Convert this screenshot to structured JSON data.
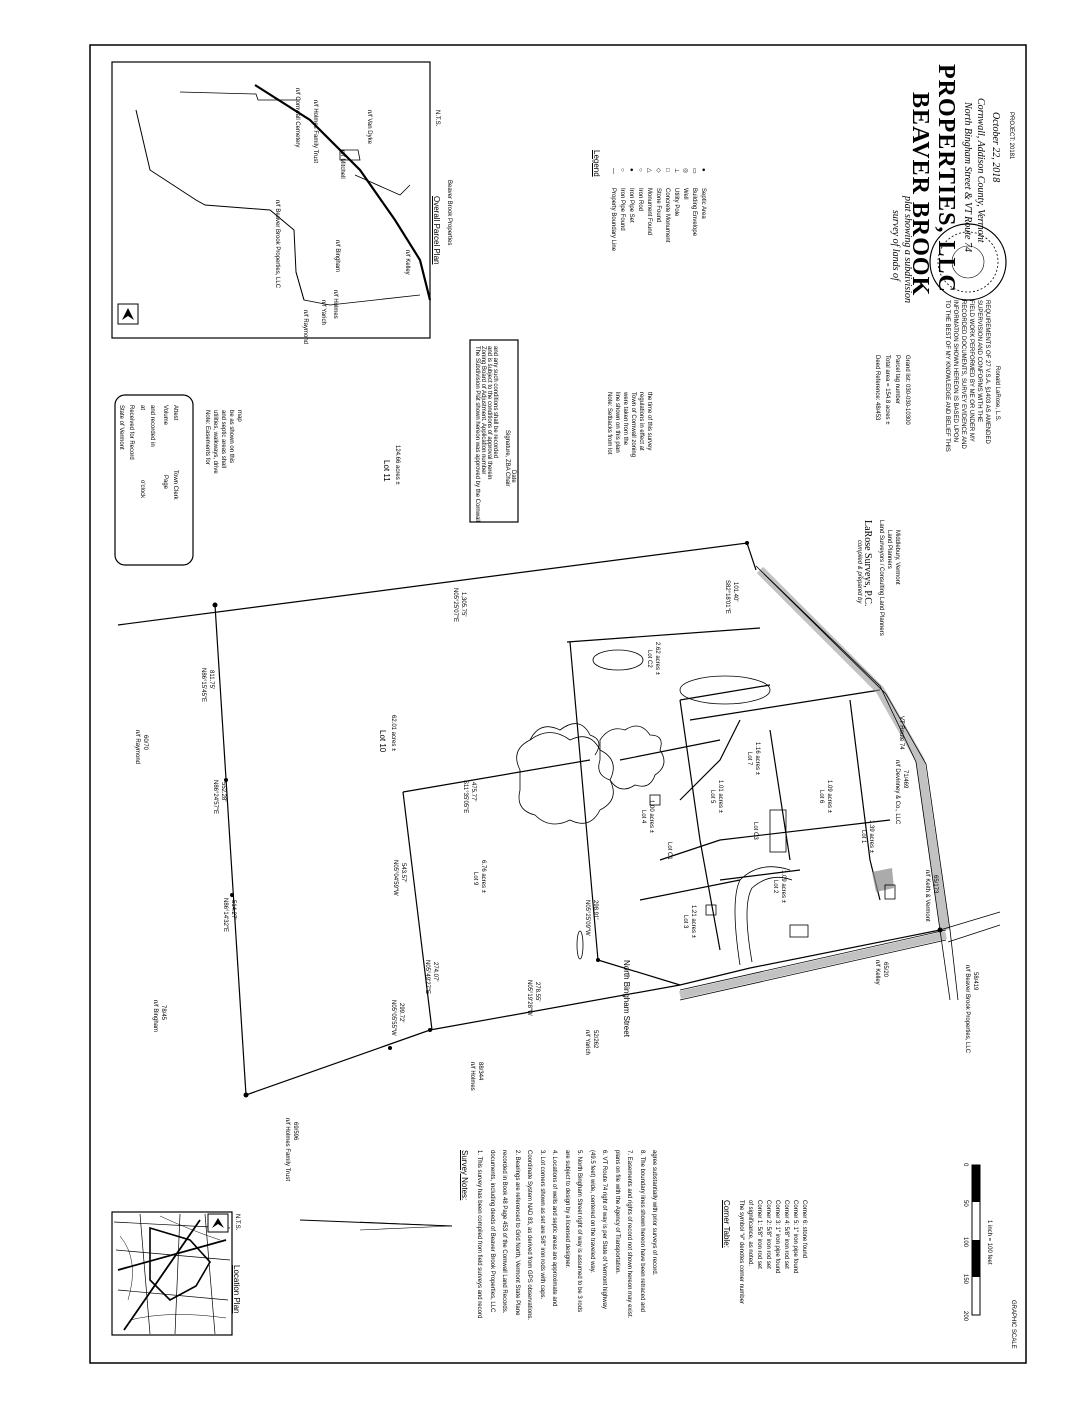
{
  "title_block": {
    "line1": "plat showing a subdivision",
    "line2": "survey of lands of",
    "name1": "BEAVER BROOK",
    "name2": "PROPERTIES, LLC",
    "address": "North Bingham Street & VT Route 74",
    "town": "Cornwall, Addison County, Vermont",
    "date": "October 22, 2018",
    "project": "PROJECT: 20181"
  },
  "surveyor": {
    "prepared_by": "compiled & prepared by",
    "firm": "LaRose Surveys, P.C.",
    "tagline": "Land Surveyors / Consulting Land Planners",
    "addr1": "Land Planners",
    "addr2": "Middlebury, Vermont",
    "signature_name": "Ronald LaRose, L.S."
  },
  "certification": {
    "lines": [
      "TO THE BEST OF MY KNOWLEDGE AND BELIEF THIS",
      "INFORMATION SHOWN HEREON IS BASED UPON",
      "RECORDED DOCUMENTS, SURVEY EVIDENCE AND",
      "FIELD WORK PERFORMED BY ME OR UNDER MY",
      "SUPERVISION AND CONFORMS WITH THE",
      "REQUIREMENTS OF 27 V.S.A. §1403 AS AMENDED"
    ]
  },
  "deed_ref": {
    "lines": [
      "Deed Reference: 48/453",
      "Total area = 154.8 acres ±",
      "Parcel tag number",
      "Grand list: 030-030-10300"
    ]
  },
  "legend": {
    "title": "Legend",
    "items": [
      "Property Boundary Line",
      "Iron Pipe Found",
      "Iron Pipe Set",
      "Iron Rod",
      "Monument Found",
      "Stone Found",
      "Concrete Monument",
      "Utility Pole",
      "Well",
      "Building Envelope",
      "Septic Area"
    ]
  },
  "overall_parcel_plan": {
    "label": "Overall Parcel Plan",
    "scale": "N.T.S.",
    "sublabel": "Beaver Brook Properties",
    "parcels": [
      "n/f Raymond",
      "n/f Yarich",
      "n/f Holmes",
      "n/f Holmes Family Trust",
      "n/f Beaver Brook Properties, LLC",
      "n/f Kelley",
      "n/f Cornwall Cemetery",
      "n/f Mitchell",
      "n/f Bingham",
      "n/f Van Dyke"
    ]
  },
  "location_plan": {
    "label": "Location Plan",
    "scale": "N.T.S."
  },
  "state_box": {
    "lines": [
      "State of Vermont",
      "Received for Record",
      "at",
      "o'clock",
      "and recorded in",
      "Volume",
      "Page",
      "Attest",
      "Town Clerk"
    ]
  },
  "notes_easement": {
    "lines": [
      "Note: Easements for",
      "utilities, walkways, drive",
      "and septic areas shall",
      "be as shown on this",
      "map"
    ]
  },
  "approval_box": {
    "lines": [
      "The Subdivision Plat shown hereon was approved by the Cornwall",
      "Zoning Board of Adjustment. Application number",
      "and is subject to the conditions of approval therein",
      "and any such conditions shall be recorded",
      "",
      "Signature, ZBA Chair",
      "Date"
    ]
  },
  "note_center": {
    "lines": [
      "Note: Setbacks from lot",
      "line shown on this plan",
      "were taken from the",
      "Town of Cornwall zoning",
      "regulations in effect at",
      "the time of this survey"
    ]
  },
  "survey_notes": {
    "title": "Survey Notes:",
    "lines": [
      "1. This survey has been compiled from field surveys and record",
      "documents, including deeds of Beaver Brook Properties, LLC",
      "recorded in Book 48 Page 453 of the Cornwall Land Records.",
      "2. Bearings are referenced to Grid North, Vermont State Plane",
      "Coordinate System NAD 83, as derived from GPS observations.",
      "3. Lot corners shown as set are 5/8\" iron rods with caps.",
      "4. Locations of wells and septic areas are approximate and",
      "are subject to design by a licensed designer.",
      "5. North Bingham Street right of way is assumed to be 3 rods",
      "(49.5 feet) wide, centered on the traveled way.",
      "6. VT Route 74 right of way is per State of Vermont highway",
      "plans on file with the Agency of Transportation.",
      "7. Easements and rights of record not shown hereon may exist.",
      "8. The boundary lines shown hereon have been retraced and",
      "agree substantially with prior surveys of record."
    ]
  },
  "corner_table": {
    "title": "Corner Table:",
    "lines": [
      "The symbol \"#\" denotes corner number",
      "of significance, as noted.",
      "Corner 1: 5/8\" iron rod set",
      "Corner 2: 5/8\" iron rod set",
      "Corner 3: 1\" iron pipe found",
      "Corner 4: 5/8\" iron rod set",
      "Corner 5: 1\" iron pipe found",
      "Corner 6: stone found"
    ]
  },
  "scale_bar": {
    "label": "1 inch = 100 feet",
    "ticks": [
      "0",
      "50",
      "100",
      "150",
      "200"
    ]
  },
  "graphic_scale": "GRAPHIC SCALE",
  "map_labels": {
    "north_bingham": "North Bingham Street",
    "vt74": "VT Route 74",
    "lot10": "Lot 10",
    "lot10_area": "62.01 acres ±",
    "lot11": "Lot 11",
    "lot11_area": "124.66 acres ±",
    "lot9": "Lot 9",
    "lot9_area": "6.76 acres ±",
    "lot7": "Lot 7",
    "lot7_area": "1.16 acres ±",
    "lot6": "Lot 6",
    "lot6_area": "1.09 acres ±",
    "lot5": "Lot 5",
    "lot5_area": "1.01 acres ±",
    "lot4": "Lot 4",
    "lot4_area": "1.00 acres ±",
    "lot3": "Lot 3",
    "lot3_area": "1.21 acres ±",
    "lot2": "Lot 2",
    "lot2_area": "1.09 acres ±",
    "lot1": "Lot 1",
    "lot1_area": "1.39 acres ±",
    "lot_c2": "Lot C2",
    "lot_c2_area": "2.62 acres ±",
    "lot_c1": "Lot C1",
    "lot_c3": "Lot C3",
    "nf_raymond": "n/f Raymond",
    "nf_raymond_ref": "60/70",
    "nf_bingham": "n/f Bingham",
    "nf_bingham_ref": "78/45",
    "nf_holmes": "n/f Holmes",
    "nf_holmes_ref": "88/344",
    "nf_holmes_trust": "n/f Holmes Family Trust",
    "nf_holmes_trust_ref": "69/596",
    "nf_yarich": "n/f Yarich",
    "nf_yarich_ref": "52/262",
    "nf_kelley": "n/f Kelley",
    "nf_kelley_ref": "65/20",
    "nf_beaver": "n/f Beaver Brook Properties, LLC",
    "nf_beaver_ref": "58/419",
    "nf_south": "n/f Keith & Vermont",
    "nf_south_ref": "65/173",
    "nf_devinney": "n/f Devinney & Co., LLC",
    "nf_devinney_ref": "71/469",
    "b1": "N05°25'07\"E",
    "d1": "1,305.75'",
    "b2": "N86°15'45\"E",
    "d2": "811.75'",
    "b3": "N86°24'57\"E",
    "d3": "552.28'",
    "b4": "N86°14'32\"E",
    "d4": "514.27'",
    "b5": "N05°05'55\"W",
    "d5": "299.72'",
    "b6": "N05°04'59\"W",
    "d6": "543.57'",
    "b7": "N05°49'27\"E",
    "d7": "274.07'",
    "b8": "S11°35'05\"E",
    "d8": "475.77'",
    "b9": "N05°19'28\"W",
    "d9": "278.55'",
    "b10": "N05°25'09\"W",
    "d10": "298.91'",
    "b11": "S82°18'01\"E",
    "d11": "101.40'"
  }
}
